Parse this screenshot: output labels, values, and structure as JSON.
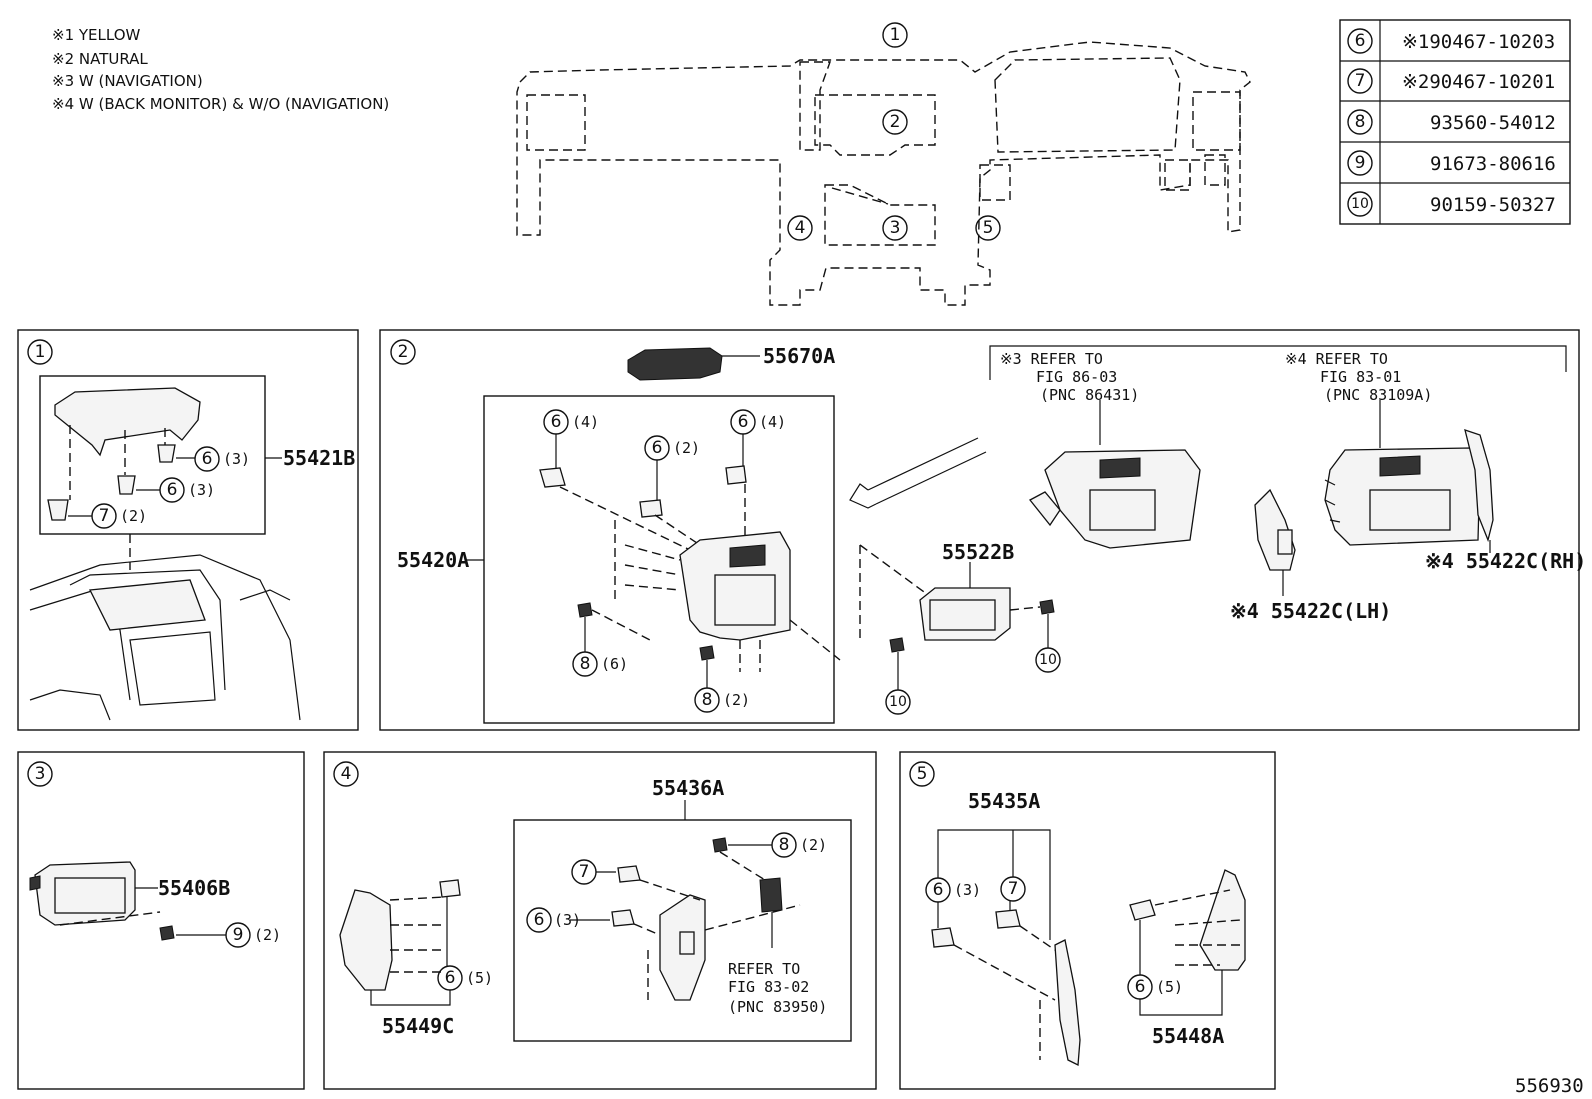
{
  "notes": [
    "※1 YELLOW",
    "※2 NATURAL",
    "※3 W (NAVIGATION)",
    "※4 W (BACK MONITOR) & W/O (NAVIGATION)"
  ],
  "parts_table": [
    {
      "ref": "6",
      "part": "※190467-10203"
    },
    {
      "ref": "7",
      "part": "※290467-10201"
    },
    {
      "ref": "8",
      "part": "93560-54012"
    },
    {
      "ref": "9",
      "part": "91673-80616"
    },
    {
      "ref": "10",
      "part": "90159-50327"
    }
  ],
  "overview": {
    "callouts": [
      "1",
      "2",
      "3",
      "4",
      "5"
    ]
  },
  "panel1": {
    "number": "1",
    "part": "55421B",
    "qty6a": "(3)",
    "qty6b": "(3)",
    "qty7": "(2)"
  },
  "panel2": {
    "number": "2",
    "vent_part": "55670A",
    "bezel_part": "55420A",
    "display_part": "55522B",
    "qty6_left": "(4)",
    "qty6_mid": "(2)",
    "qty6_right": "(4)",
    "qty8_left": "(6)",
    "qty8_bottom": "(2)",
    "ref_nav": [
      "※3 REFER TO",
      "FIG 86-03",
      "(PNC 86431)"
    ],
    "ref_back": [
      "※4 REFER TO",
      "FIG 83-01",
      "(PNC 83109A)"
    ],
    "lh_part": "※4 55422C(LH)",
    "rh_part": "※4 55422C(RH)"
  },
  "panel3": {
    "number": "3",
    "part": "55406B",
    "qty9": "(2)"
  },
  "panel4": {
    "number": "4",
    "box_part": "55436A",
    "cover_part": "55449C",
    "qty8": "(2)",
    "qty6_box": "(3)",
    "qty6_cover": "(5)",
    "ref": [
      "REFER TO",
      "FIG 83-02",
      "(PNC 83950)"
    ]
  },
  "panel5": {
    "number": "5",
    "top_part": "55435A",
    "bottom_part": "55448A",
    "qty6_top": "(3)",
    "qty6_bottom": "(5)"
  },
  "figure_id": "556930"
}
